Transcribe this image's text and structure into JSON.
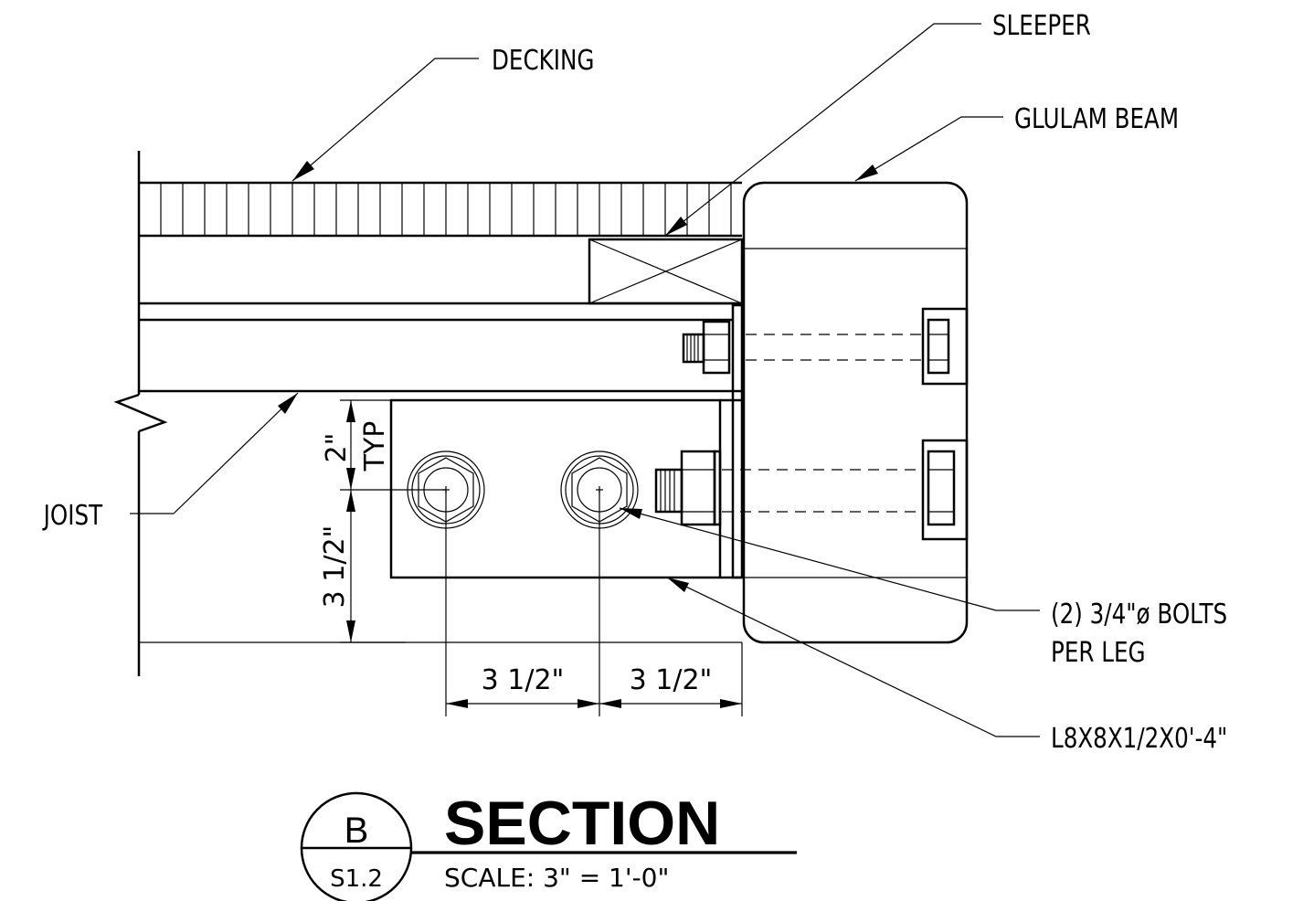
{
  "labels": {
    "decking": "DECKING",
    "sleeper": "SLEEPER",
    "glulam_beam": "GLULAM BEAM",
    "joist": "JOIST",
    "bolts_line1": "(2) 3/4\"ø BOLTS",
    "bolts_line2": "PER LEG",
    "angle": "L8X8X1/2X0'-4\""
  },
  "dimensions": {
    "vertical_top": "2\"",
    "vertical_top_note": "TYP",
    "vertical_bottom": "3 1/2\"",
    "horizontal_left": "3 1/2\"",
    "horizontal_right": "3 1/2\""
  },
  "title_block": {
    "detail_letter": "B",
    "sheet": "S1.2",
    "title": "SECTION",
    "scale": "SCALE: 3\" = 1'-0\""
  }
}
